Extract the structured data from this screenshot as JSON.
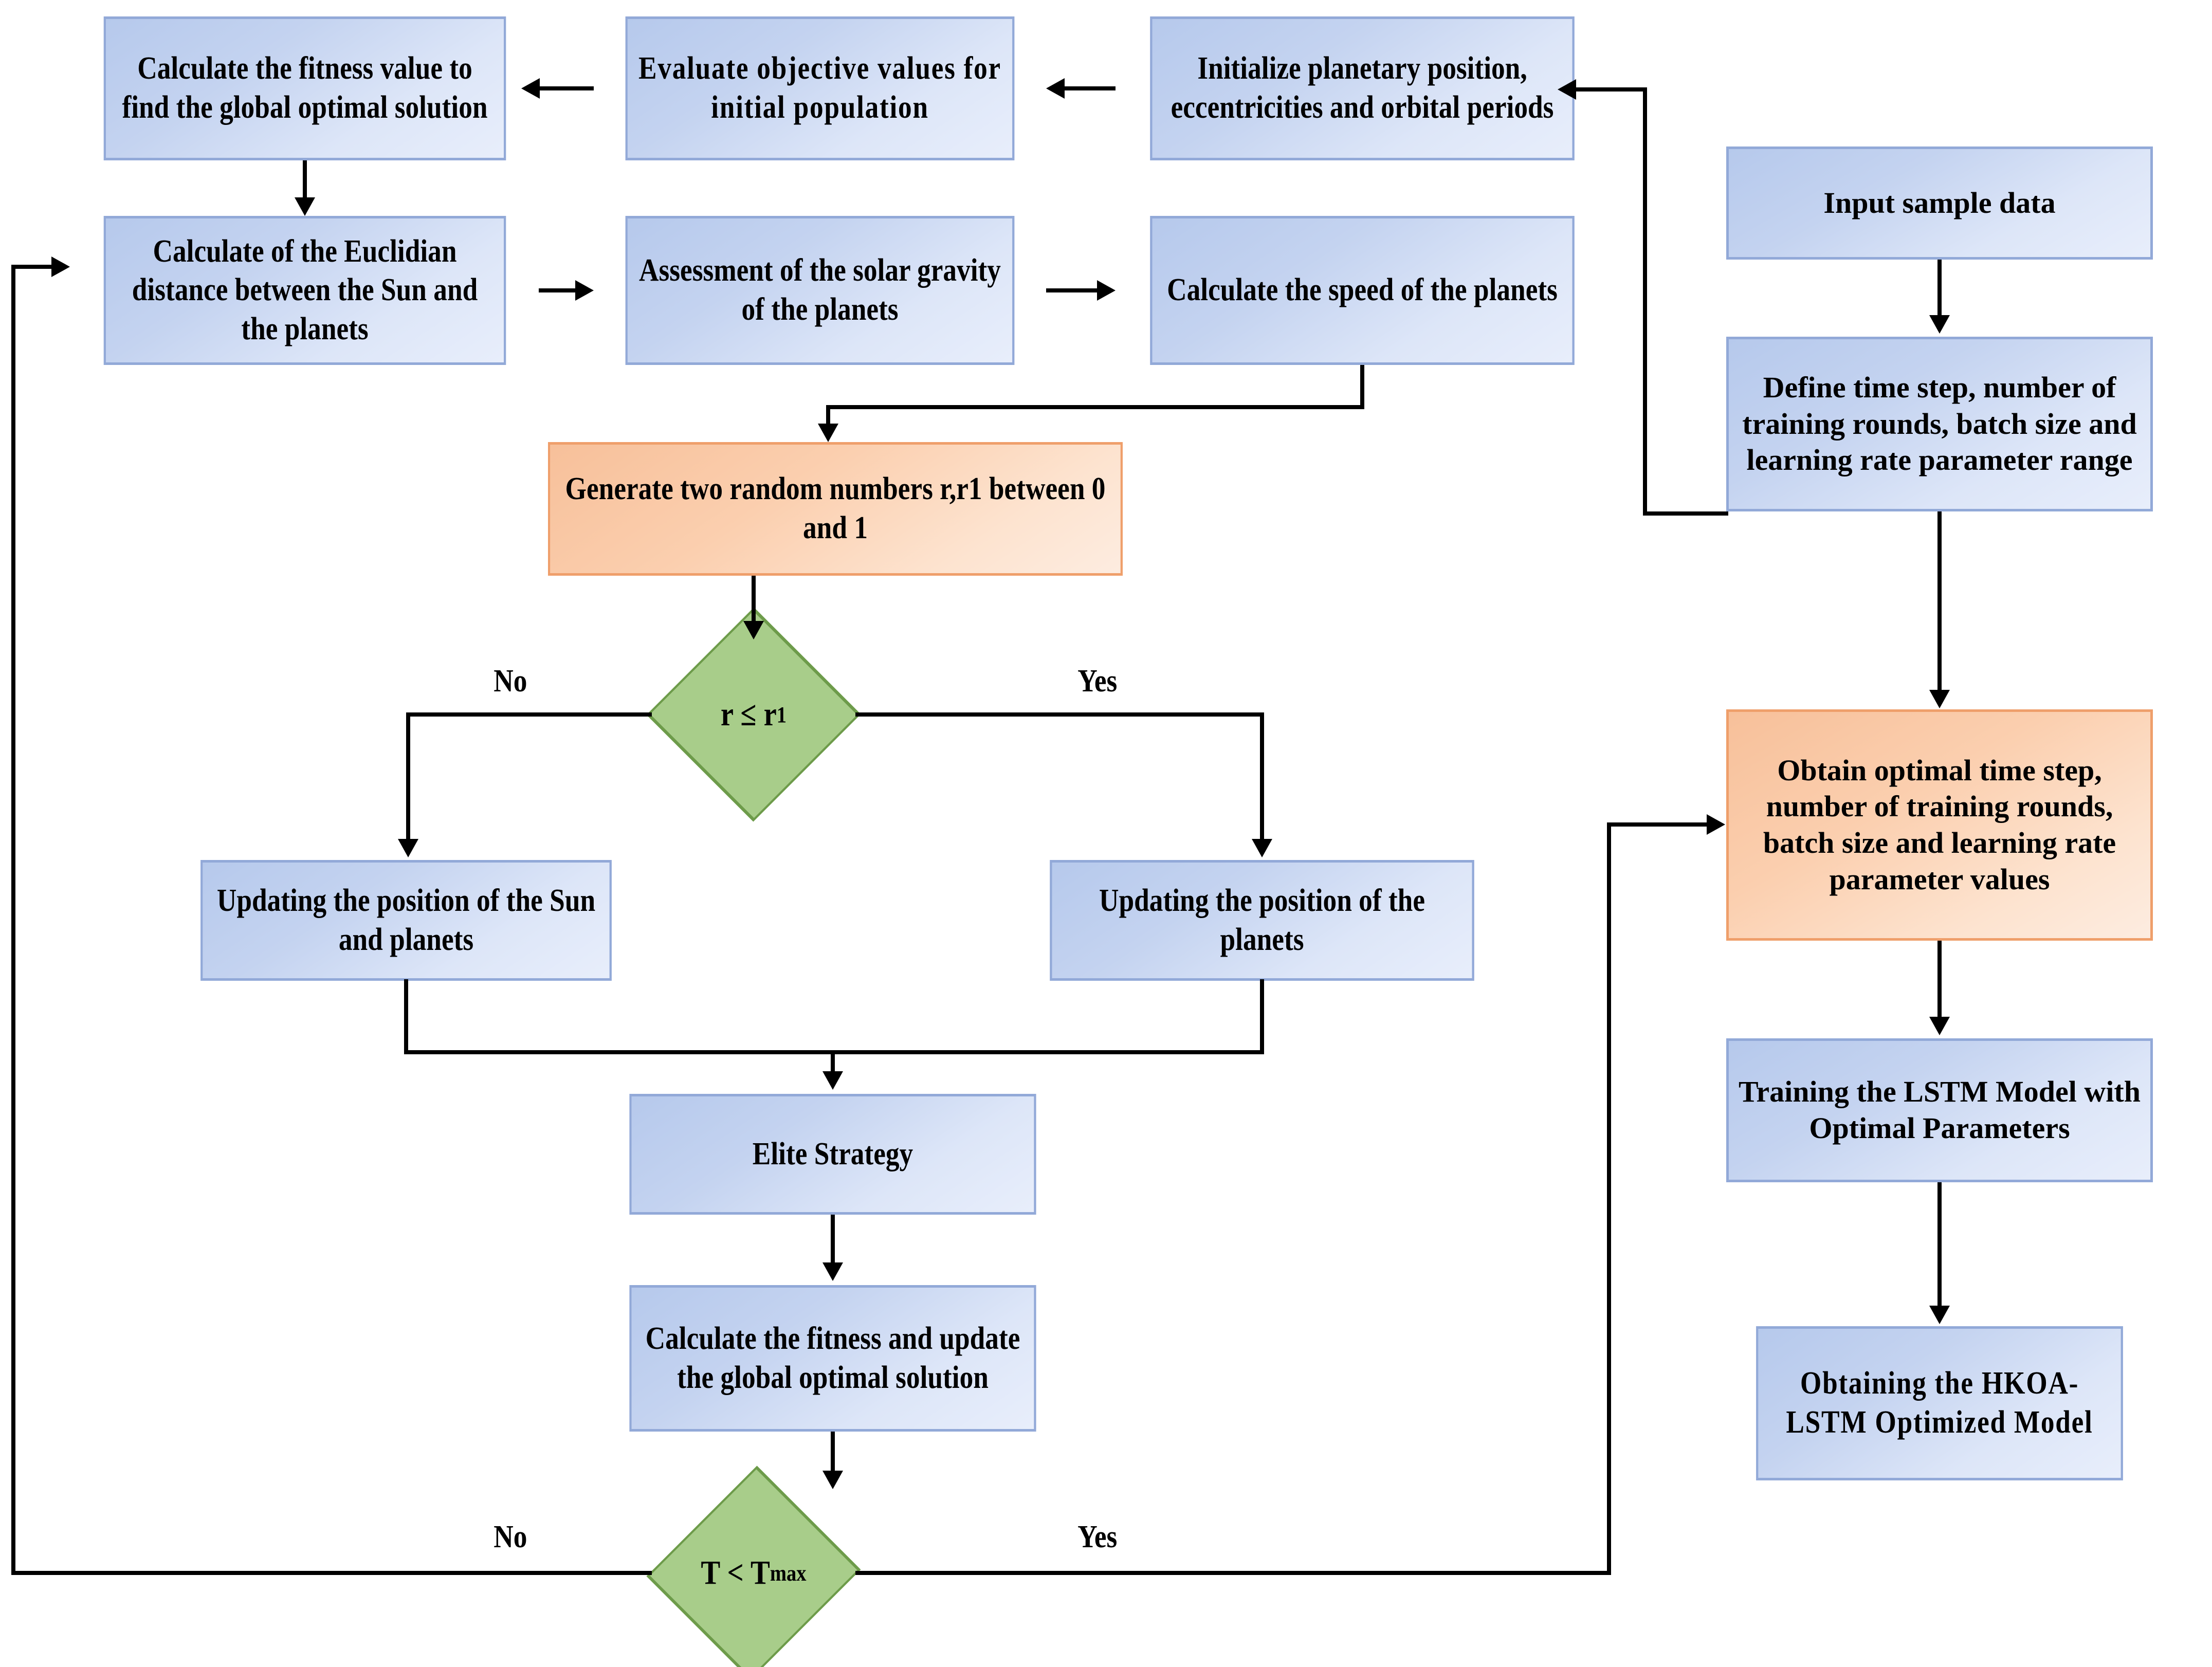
{
  "diagram": {
    "title": "HKOA-LSTM hybrid optimization flowchart",
    "colors": {
      "process_fill": "#c4d3f0",
      "process_border": "#92a9d8",
      "highlight_fill": "#fbcfaf",
      "highlight_border": "#ef9f6b",
      "decision_fill": "#a8cd8a",
      "decision_border": "#6d9b4a",
      "connector": "#000000"
    }
  },
  "nodes": {
    "calc_fitness_global": "Calculate the fitness value to find the global optimal solution",
    "evaluate_objective": "Evaluate objective values for initial population",
    "initialize_planetary": "Initialize planetary position, eccentricities and orbital periods",
    "euclidian_distance": "Calculate of the Euclidian distance between the Sun and the planets",
    "solar_gravity": "Assessment of the solar gravity of the planets",
    "planet_speed": "Calculate the speed of the planets",
    "generate_random": "Generate two random numbers r,r1 between 0 and 1",
    "update_sun_planets": "Updating the position of the Sun and planets",
    "update_planets": "Updating the position of the planets",
    "elite_strategy": "Elite Strategy",
    "calc_fitness_update": "Calculate the fitness and update the global optimal solution",
    "input_sample_data": "Input sample data",
    "define_time_step": "Define time step, number of training rounds, batch size and learning rate parameter range",
    "obtain_optimal": "Obtain optimal time step, number of training rounds, batch size and learning rate parameter values",
    "training_lstm": "Training the LSTM Model with Optimal Parameters",
    "obtaining_hkoa": "Obtaining the HKOA-LSTM Optimized Model"
  },
  "decisions": {
    "r_condition_prefix": "r ≤ r",
    "r_condition_sub": "1",
    "t_condition_prefix": "T < T",
    "t_condition_sub": "max"
  },
  "edge_labels": {
    "r_no": "No",
    "r_yes": "Yes",
    "t_no": "No",
    "t_yes": "Yes"
  }
}
